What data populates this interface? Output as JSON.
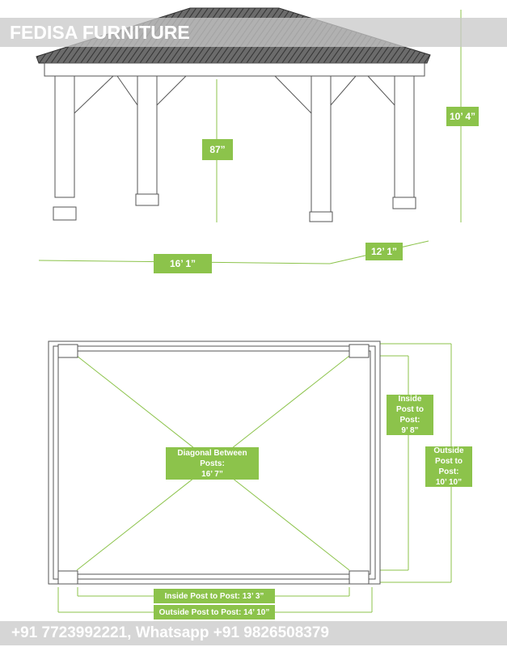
{
  "watermark_top": "FEDISA FURNITURE",
  "watermark_bottom": "+91 7723992221, Whatsapp +91 9826508379",
  "colors": {
    "accent": "#8cc34b",
    "drawing": "#555555",
    "banner": "#c8c8c8"
  },
  "elevation": {
    "post_height": "87”",
    "total_height": "10’ 4”",
    "length": "16’ 1”",
    "width": "12’ 1”"
  },
  "plan": {
    "diagonal_label": "Diagonal Between Posts:",
    "diagonal_value": "16’ 7”",
    "inside_side_label1": "Inside",
    "inside_side_label2": "Post to Post:",
    "inside_side_value": "9’ 8”",
    "outside_side_label1": "Outside",
    "outside_side_label2": "Post to Post:",
    "outside_side_value": "10’ 10”",
    "inside_bottom": "Inside Post to Post: 13’ 3”",
    "outside_bottom": "Outside Post to Post: 14’ 10”"
  }
}
